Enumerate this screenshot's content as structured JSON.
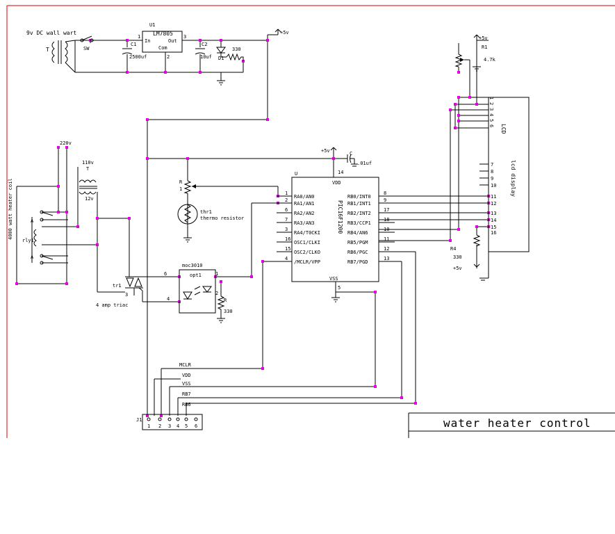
{
  "title": "water heater control",
  "power_supply": {
    "source_label": "9v DC wall wart",
    "transformer_label": "T",
    "switch_label": "SW",
    "regulator_ref": "U1",
    "regulator_part": "LM7805",
    "pin_in": "In",
    "pin_out": "Out",
    "pin_com": "Com",
    "pin1": "1",
    "pin2": "2",
    "pin3": "3",
    "c1_ref": "C1",
    "c1_value": "2500uf",
    "c2_ref": "C2",
    "c2_value": "10uf",
    "led_ref": "D1",
    "led_resistor": "330",
    "vcc_label": "+5v"
  },
  "heater": {
    "coil_label": "4000 watt heater coil",
    "mains_label": "220v",
    "relay_ref": "rly1",
    "relay_a": "A",
    "relay_b": "A",
    "xfmr_primary": "110v",
    "xfmr_ref": "T",
    "xfmr_secondary": "12v"
  },
  "triac": {
    "ref": "tr1",
    "desc": "4 amp triac",
    "pin3": "3"
  },
  "opto": {
    "part": "moc3010",
    "ref": "opt1",
    "pin6": "6",
    "pin4": "4",
    "pin1": "1",
    "pin2": "2",
    "resistor_ref": "R",
    "resistor_value": "330"
  },
  "thermistor": {
    "pot_ref": "R",
    "pot_num": "1",
    "ref": "thr1",
    "desc": "thermo resistor"
  },
  "mcu": {
    "ref": "U",
    "part": "PIC16F1200",
    "vdd": "VDD",
    "vss": "VSS",
    "vdd_pin": "14",
    "vss_pin": "5",
    "vcc_label": "+5v",
    "cap_ref": "C",
    "cap_value": ".01uf",
    "left_pins": [
      {
        "num": "1",
        "name": "RA0/AN0"
      },
      {
        "num": "2",
        "name": "RA1/AN1"
      },
      {
        "num": "6",
        "name": "RA2/AN2"
      },
      {
        "num": "7",
        "name": "RA3/AN3"
      },
      {
        "num": "3",
        "name": "RA4/T0CKI"
      },
      {
        "num": "16",
        "name": "OSC1/CLKI"
      },
      {
        "num": "15",
        "name": "OSC2/CLKO"
      },
      {
        "num": "4",
        "name": "/MCLR/VPP"
      }
    ],
    "right_pins": [
      {
        "num": "8",
        "name": "RB0/INT0"
      },
      {
        "num": "9",
        "name": "RB1/INT1"
      },
      {
        "num": "17",
        "name": "RB2/INT2"
      },
      {
        "num": "18",
        "name": "RB3/CCP1"
      },
      {
        "num": "10",
        "name": "RB4/AN6"
      },
      {
        "num": "11",
        "name": "RB5/PGM"
      },
      {
        "num": "12",
        "name": "RB6/PGC"
      },
      {
        "num": "13",
        "name": "RB7/PGD"
      }
    ]
  },
  "lcd": {
    "ref": "LCD",
    "desc": "lcd display",
    "r1_ref": "R1",
    "r1_value": "4.7k",
    "vcc_label": "+5v",
    "r4_ref": "R4",
    "r4_value": "330",
    "r4_vcc": "+5v",
    "top_pins": [
      "1",
      "2",
      "3",
      "4",
      "5",
      "6"
    ],
    "mid_pins": [
      "7",
      "8",
      "9",
      "10"
    ],
    "data_pins": [
      "11",
      "12",
      "13",
      "14",
      "15",
      "16"
    ]
  },
  "header": {
    "ref": "J1",
    "pins": [
      "1",
      "2",
      "3",
      "4",
      "5",
      "6"
    ],
    "signals": [
      "MCLR",
      "VDD",
      "VSS",
      "RB7",
      "RB6"
    ]
  }
}
